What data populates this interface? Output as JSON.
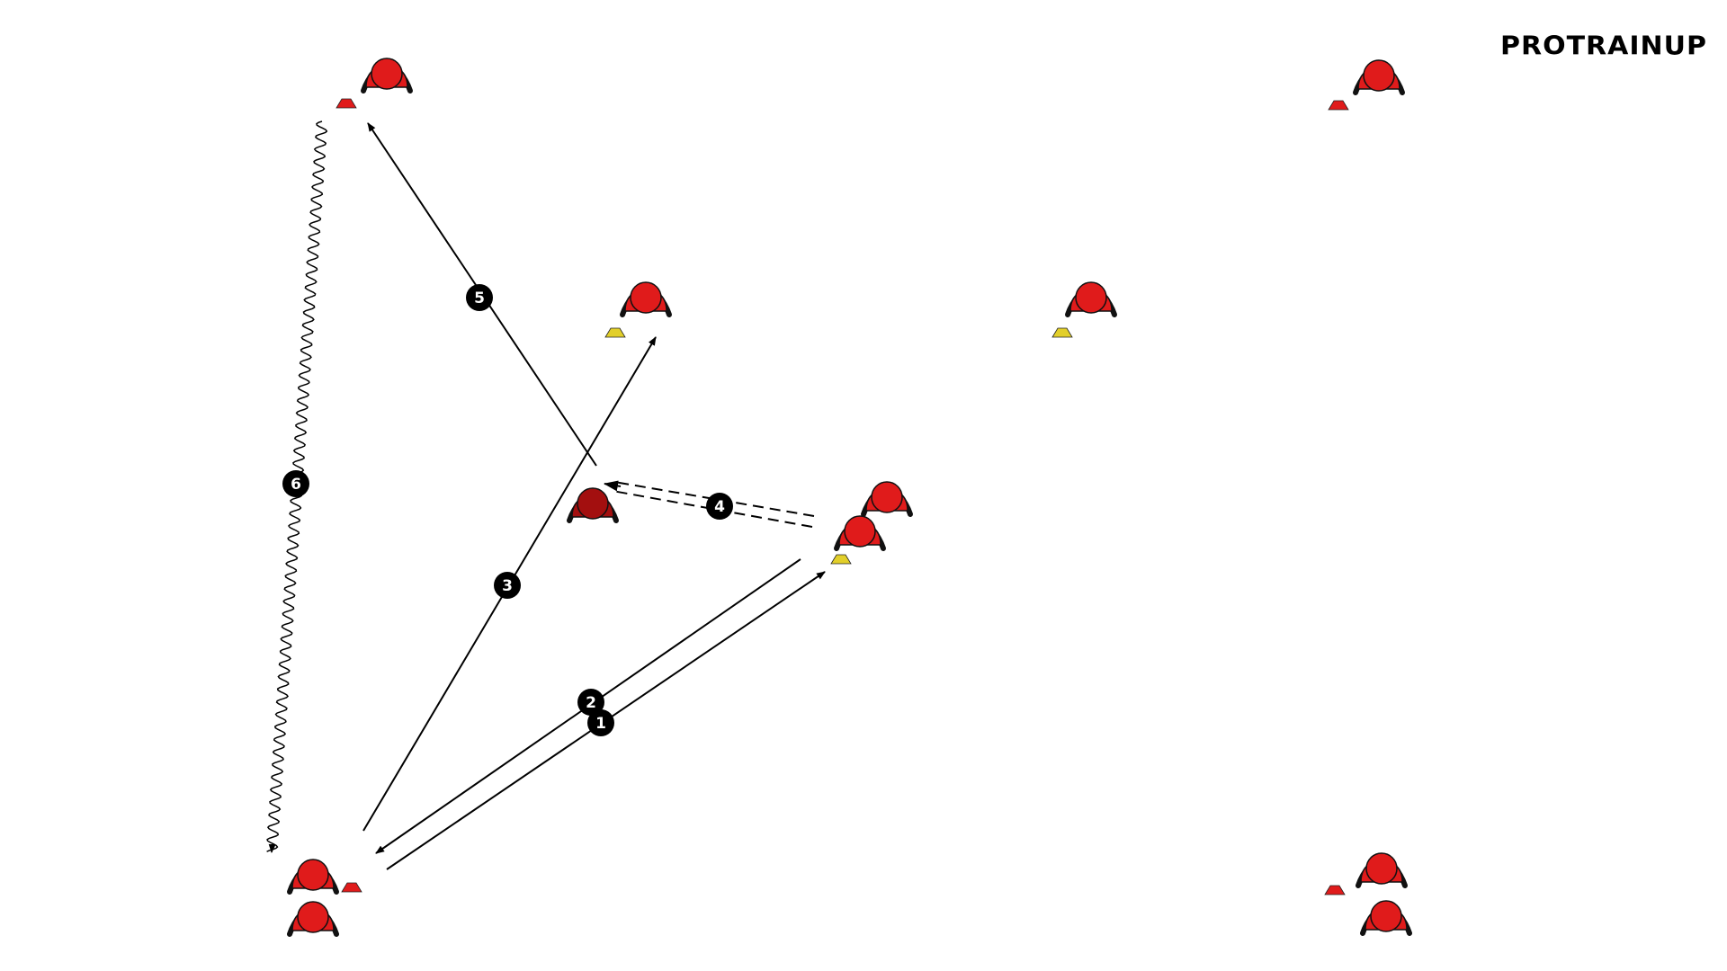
{
  "brand": {
    "logo_text": "PROTRAINUP"
  },
  "colors": {
    "player": "#e01b1b",
    "player_dark": "#a30f0f",
    "cone_red": "#e01b1b",
    "cone_yellow": "#e2cf2a",
    "line": "#000000"
  },
  "players": [
    {
      "id": "p1",
      "color": "player"
    },
    {
      "id": "p2",
      "color": "player"
    },
    {
      "id": "p3",
      "color": "player"
    },
    {
      "id": "p4",
      "color": "player"
    },
    {
      "id": "p5",
      "color": "player"
    },
    {
      "id": "p6",
      "color": "player"
    },
    {
      "id": "p7",
      "color": "player_dark"
    },
    {
      "id": "p8",
      "color": "player"
    },
    {
      "id": "p9",
      "color": "player"
    },
    {
      "id": "p10",
      "color": "player"
    },
    {
      "id": "p11",
      "color": "player"
    }
  ],
  "cones": [
    {
      "id": "c1",
      "color": "cone_red"
    },
    {
      "id": "c2",
      "color": "cone_red"
    },
    {
      "id": "c3",
      "color": "cone_yellow"
    },
    {
      "id": "c4",
      "color": "cone_yellow"
    },
    {
      "id": "c5",
      "color": "cone_yellow"
    },
    {
      "id": "c6",
      "color": "cone_red"
    },
    {
      "id": "c7",
      "color": "cone_red"
    }
  ],
  "steps": [
    {
      "number": "1",
      "type": "pass"
    },
    {
      "number": "2",
      "type": "pass"
    },
    {
      "number": "3",
      "type": "pass"
    },
    {
      "number": "4",
      "type": "run"
    },
    {
      "number": "5",
      "type": "pass"
    },
    {
      "number": "6",
      "type": "dribble"
    }
  ]
}
